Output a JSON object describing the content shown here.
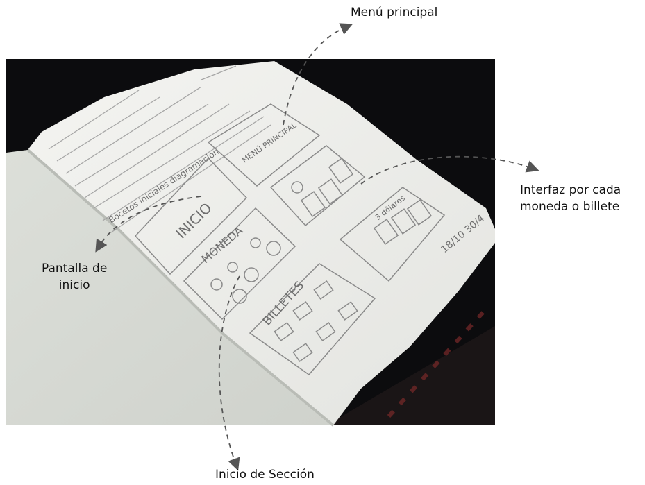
{
  "callouts": {
    "menu_principal": "Menú principal",
    "moneda_billete_line1": "Interfaz por cada",
    "moneda_billete_line2": "moneda o billete",
    "pantalla_inicio_line1": "Pantalla de",
    "pantalla_inicio_line2": "inicio",
    "inicio_seccion": "Inicio de Sección"
  },
  "sketch": {
    "inicio": "INICIO",
    "menu": "MENÚ PRINCIPAL",
    "moneda": "MONEDA",
    "billetes": "BILLETES",
    "dolares": "3 dólares",
    "date": "18/10 30/4",
    "heading": "Bocetos iniciales diagramación"
  },
  "colors": {
    "background": "#ffffff",
    "photo_dark": "#0c0c0e",
    "page_left": "#d9dbd6",
    "page_right": "#eeefec",
    "arrow": "#555555",
    "label_text": "#111111"
  }
}
